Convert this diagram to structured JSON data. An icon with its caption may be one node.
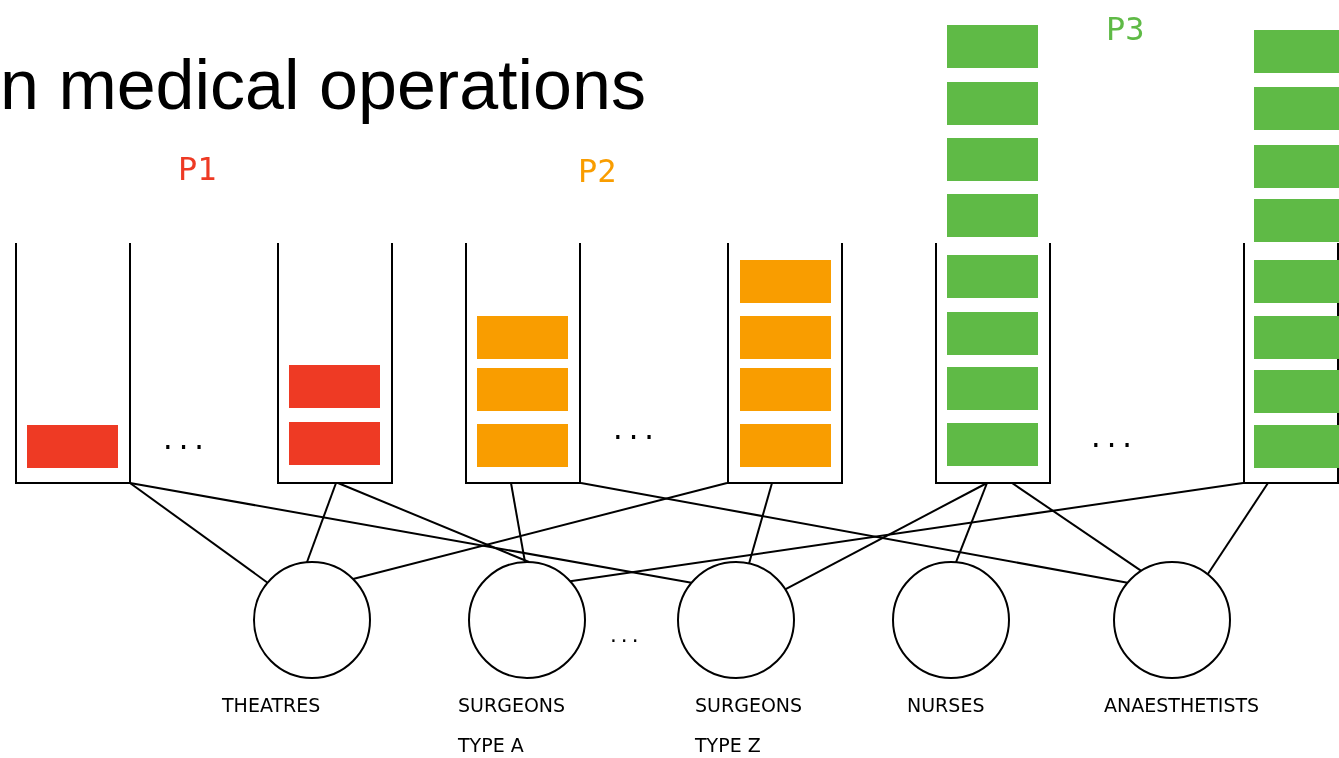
{
  "diagram": {
    "title": "n medical operations",
    "nodes": [
      {
        "text": [],
        "shape": "box"
      },
      {
        "text": [],
        "shape": "box"
      },
      {
        "text": [],
        "shape": "box"
      },
      {
        "text": [],
        "shape": "box"
      },
      {
        "text": [],
        "shape": "box"
      },
      {
        "text": [],
        "shape": "box"
      },
      {
        "text": [
          "THEATRES"
        ]
      },
      {
        "text": [
          "SURGEONS TYPE A"
        ]
      },
      {
        "text": [
          "SURGEONS TYPE Z"
        ]
      },
      {
        "text": [
          "NURSES"
        ]
      },
      {
        "text": [
          "ANAESTHETISTS"
        ]
      },
      {
        "text": [],
        "shape": "bar",
        "in": 0
      },
      {
        "text": [],
        "shape": "bar",
        "in": 1
      },
      {
        "text": [],
        "shape": "bar",
        "in": 1
      },
      {
        "text": [],
        "shape": "bar",
        "in": 2
      },
      {
        "text": [],
        "shape": "bar",
        "in": 2
      },
      {
        "text": [],
        "shape": "bar",
        "in": 2
      },
      {
        "text": [],
        "shape": "bar",
        "in": 3
      },
      {
        "text": [],
        "shape": "bar",
        "in": 3
      },
      {
        "text": [],
        "shape": "bar",
        "in": 3
      },
      {
        "text": [],
        "shape": "bar",
        "in": 3
      },
      {
        "text": [],
        "shape": "bar"
      },
      {
        "text": [],
        "shape": "bar"
      },
      {
        "text": [],
        "shape": "bar"
      },
      {
        "text": [],
        "shape": "bar"
      },
      {
        "text": [],
        "shape": "bar",
        "in": 4
      },
      {
        "text": [],
        "shape": "bar",
        "in": 4
      },
      {
        "text": [],
        "shape": "bar",
        "in": 4
      },
      {
        "text": [],
        "shape": "bar",
        "in": 4
      },
      {
        "text": [],
        "shape": "bar"
      },
      {
        "text": [],
        "shape": "bar"
      },
      {
        "text": [],
        "shape": "bar"
      },
      {
        "text": [],
        "shape": "bar"
      },
      {
        "text": [],
        "shape": "bar",
        "in": 5
      },
      {
        "text": [],
        "shape": "bar",
        "in": 5
      },
      {
        "text": [],
        "shape": "bar",
        "in": 5
      },
      {
        "text": [],
        "shape": "bar",
        "in": 5
      }
    ],
    "edges": [
      {
        "from": 0,
        "to": 6,
        "arrow": "none"
      },
      {
        "from": 0,
        "to": 8,
        "arrow": "none"
      },
      {
        "from": 1,
        "to": 6,
        "arrow": "none"
      },
      {
        "from": 1,
        "to": 7,
        "arrow": "none"
      },
      {
        "from": 2,
        "to": 7,
        "arrow": "none"
      },
      {
        "from": 2,
        "to": 10,
        "arrow": "none"
      },
      {
        "from": 3,
        "to": 6,
        "arrow": "none"
      },
      {
        "from": 3,
        "to": 8,
        "arrow": "none"
      },
      {
        "from": 4,
        "to": 8,
        "arrow": "none"
      },
      {
        "from": 4,
        "to": 9,
        "arrow": "none"
      },
      {
        "from": 4,
        "to": 10,
        "arrow": "none"
      },
      {
        "from": 5,
        "to": 7,
        "arrow": "none"
      },
      {
        "from": 5,
        "to": 10,
        "arrow": "none"
      }
    ],
    "labels": [
      "P1",
      "P2",
      "P3",
      "...",
      "...",
      "...",
      "..."
    ]
  }
}
